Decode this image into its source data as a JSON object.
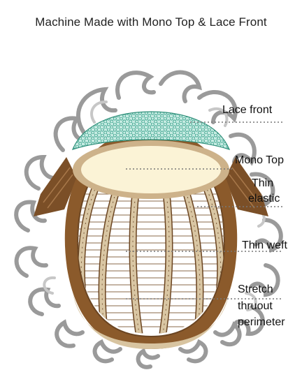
{
  "title": "Machine Made with Mono Top & Lace Front",
  "labels": {
    "lace_front": "Lace front",
    "mono_top": "Mono Top",
    "thin_elastic_line1": "Thin",
    "thin_elastic_line2": "elastic",
    "thin_weft": "Thin weft",
    "stretch_line1": "Stretch",
    "stretch_line2": "thruout",
    "stretch_line3": "perimeter"
  },
  "colors": {
    "hair": "#9a9a9a",
    "hair_dark": "#7a7a7a",
    "cap_brown": "#8b5a2b",
    "cap_tan": "#cdb896",
    "mono": "#fbf3d6",
    "lace": "#bfe6dd",
    "lace_dot": "#3aa58f",
    "leader": "#777777"
  }
}
